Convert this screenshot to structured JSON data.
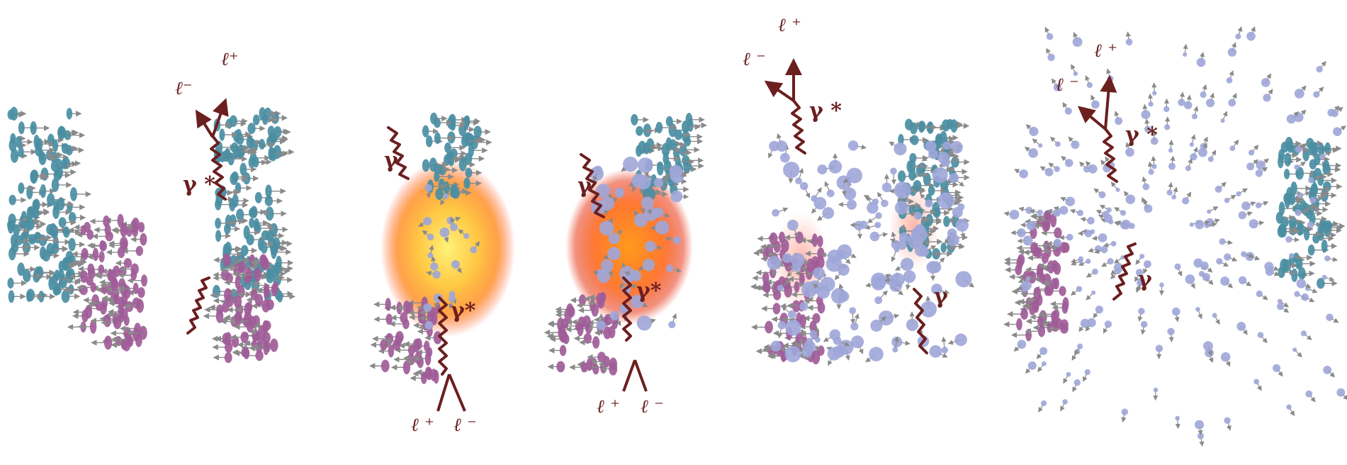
{
  "labels": {
    "lplus": "ℓ⁺",
    "lminus": "ℓ⁻",
    "lplus_spaced": "ℓ ⁺",
    "lminus_spaced": "ℓ ⁻",
    "gamma_star": "γ*",
    "gamma_star_spaced": "γ *",
    "gamma": "γ"
  },
  "colors": {
    "teal": "#4a8ea3",
    "purple": "#a05c98",
    "lavender": "#9ea6d8",
    "arrow": "#8a8a8a",
    "label": "#6b1f1f",
    "fireball_core": "#ffd23a",
    "fireball_mid": "#ff8a1c",
    "fireball_edge": "#e83a1a"
  },
  "panels": [
    {
      "stage": "nuclei-approach"
    },
    {
      "stage": "initial-collision"
    },
    {
      "stage": "hot-fireball"
    },
    {
      "stage": "hadronization"
    },
    {
      "stage": "expansion"
    },
    {
      "stage": "freeze-out"
    }
  ]
}
